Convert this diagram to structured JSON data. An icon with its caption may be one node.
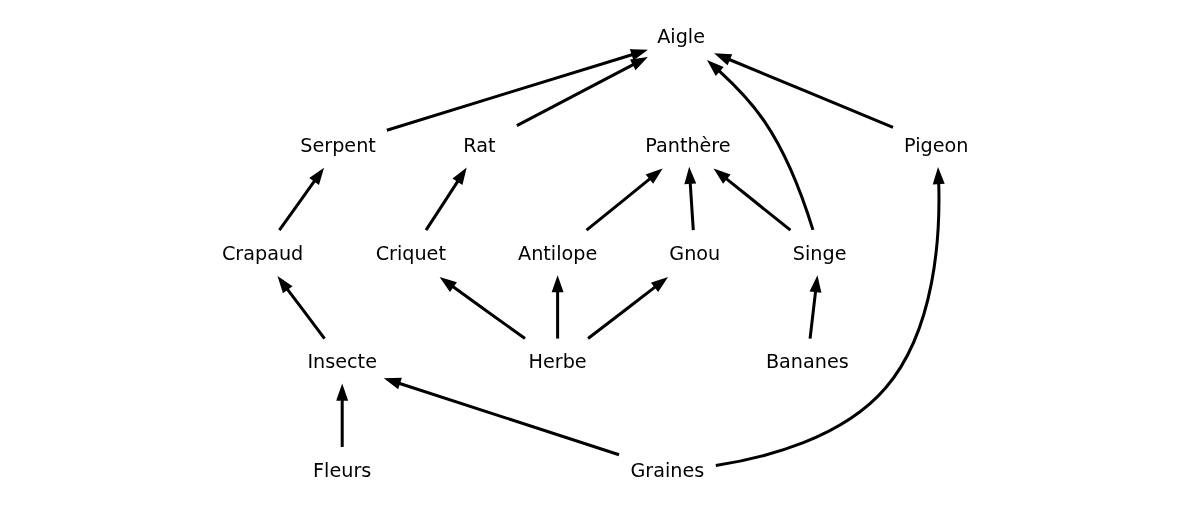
{
  "diagram": {
    "nodes": [
      {
        "text": [
          "Aigle"
        ]
      },
      {
        "text": [
          "Bananes"
        ]
      },
      {
        "text": [
          "Pigeon"
        ]
      },
      {
        "text": [
          "Singe"
        ]
      },
      {
        "text": [
          "Rat"
        ]
      },
      {
        "text": [
          "Panthère"
        ]
      },
      {
        "text": [
          "Serpent"
        ]
      },
      {
        "text": [
          "Crapaud"
        ]
      },
      {
        "text": [
          "Gnou"
        ]
      },
      {
        "text": [
          "Criquet"
        ]
      },
      {
        "text": [
          "Antilope"
        ]
      },
      {
        "text": [
          "Fleurs"
        ]
      },
      {
        "text": [
          "Insecte"
        ]
      },
      {
        "text": [
          "Graines"
        ]
      },
      {
        "text": [
          "Herbe"
        ]
      }
    ],
    "edges": [
      {
        "from": 6,
        "to": 0,
        "arrow": "to"
      },
      {
        "from": 2,
        "to": 0,
        "arrow": "to"
      },
      {
        "from": 4,
        "to": 0,
        "arrow": "to"
      },
      {
        "from": 3,
        "to": 0,
        "arrow": "to"
      },
      {
        "from": 1,
        "to": 3,
        "arrow": "to"
      },
      {
        "from": 3,
        "to": 5,
        "arrow": "to"
      },
      {
        "from": 13,
        "to": 2,
        "arrow": "to"
      },
      {
        "from": 9,
        "to": 4,
        "arrow": "to"
      },
      {
        "from": 10,
        "to": 5,
        "arrow": "to"
      },
      {
        "from": 8,
        "to": 5,
        "arrow": "to"
      },
      {
        "from": 7,
        "to": 6,
        "arrow": "to"
      },
      {
        "from": 12,
        "to": 7,
        "arrow": "to"
      },
      {
        "from": 11,
        "to": 12,
        "arrow": "to"
      },
      {
        "from": 13,
        "to": 12,
        "arrow": "to"
      },
      {
        "from": 14,
        "to": 9,
        "arrow": "to"
      },
      {
        "from": 14,
        "to": 10,
        "arrow": "to"
      },
      {
        "from": 14,
        "to": 8,
        "arrow": "to"
      }
    ]
  }
}
